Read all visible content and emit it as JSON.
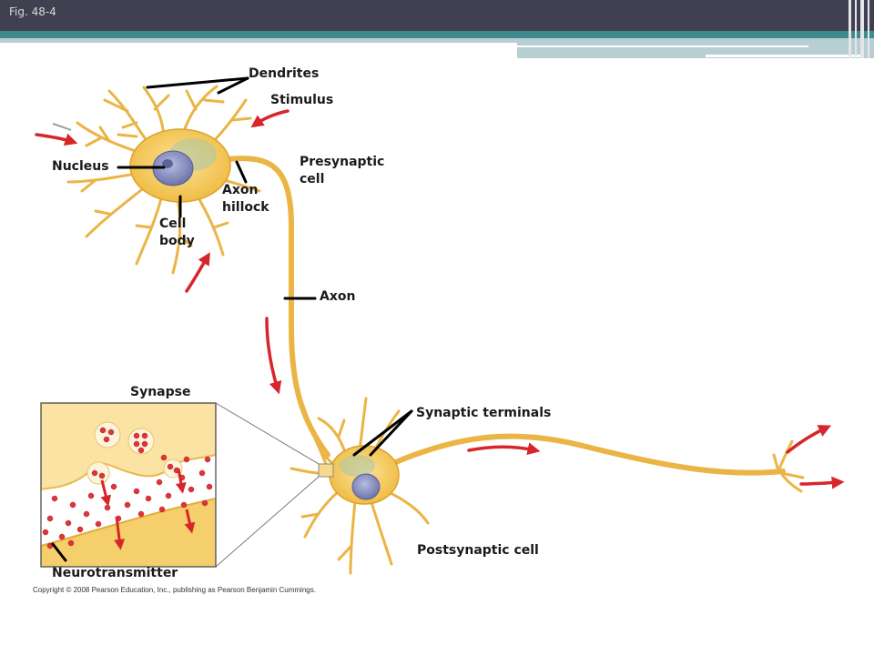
{
  "figure_label": "Fig. 48-4",
  "labels": {
    "dendrites": "Dendrites",
    "stimulus": "Stimulus",
    "nucleus": "Nucleus",
    "presynaptic_line1": "Presynaptic",
    "presynaptic_line2": "cell",
    "axon_hillock_line1": "Axon",
    "axon_hillock_line2": "hillock",
    "cell_body_line1": "Cell",
    "cell_body_line2": "body",
    "axon": "Axon",
    "synapse": "Synapse",
    "synaptic_terminals": "Synaptic terminals",
    "postsynaptic_cell": "Postsynaptic cell",
    "neurotransmitter": "Neurotransmitter"
  },
  "copyright": "Copyright © 2008 Pearson Education, Inc., publishing as Pearson Benjamin Cummings.",
  "colors": {
    "neuron_fill": "#f1c24a",
    "neuron_stroke": "#d9a32c",
    "nucleus": "#8a8fc0",
    "arrow": "#d7262b",
    "synapse_bg": "#fbe9b9",
    "neurotransmitter": "#e0343a",
    "header": "#3f4151",
    "accent_band": "#3e8a8d"
  }
}
